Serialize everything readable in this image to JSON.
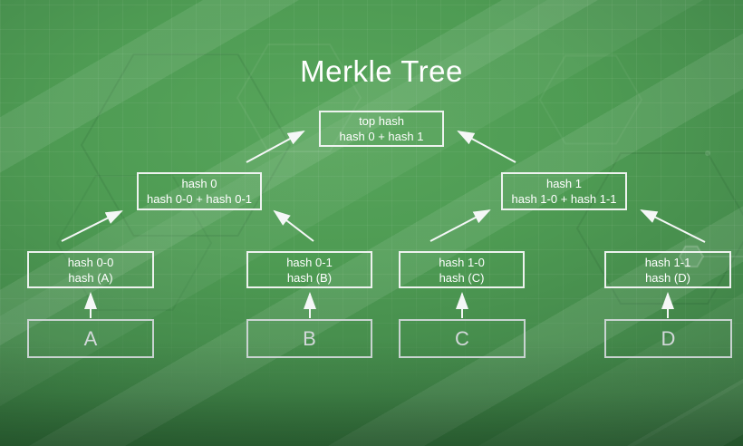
{
  "title": "Merkle Tree",
  "nodes": {
    "root": {
      "line1": "top hash",
      "line2": "hash 0 + hash 1"
    },
    "hash0": {
      "line1": "hash 0",
      "line2": "hash 0-0 + hash 0-1"
    },
    "hash1": {
      "line1": "hash 1",
      "line2": "hash 1-0 + hash 1-1"
    },
    "leaf00": {
      "line1": "hash 0-0",
      "line2": "hash (A)"
    },
    "leaf01": {
      "line1": "hash 0-1",
      "line2": "hash (B)"
    },
    "leaf10": {
      "line1": "hash 1-0",
      "line2": "hash (C)"
    },
    "leaf11": {
      "line1": "hash 1-1",
      "line2": "hash (D)"
    }
  },
  "blocks": [
    {
      "label": "A"
    },
    {
      "label": "B"
    },
    {
      "label": "C"
    },
    {
      "label": "D"
    }
  ],
  "edges": [
    {
      "from": "A",
      "to": "hash 0-0"
    },
    {
      "from": "B",
      "to": "hash 0-1"
    },
    {
      "from": "C",
      "to": "hash 1-0"
    },
    {
      "from": "D",
      "to": "hash 1-1"
    },
    {
      "from": "hash 0-0",
      "to": "hash 0"
    },
    {
      "from": "hash 0-1",
      "to": "hash 0"
    },
    {
      "from": "hash 1-0",
      "to": "hash 1"
    },
    {
      "from": "hash 1-1",
      "to": "hash 1"
    },
    {
      "from": "hash 0",
      "to": "top hash"
    },
    {
      "from": "hash 1",
      "to": "top hash"
    }
  ],
  "colors": {
    "background_center": "#57a55b",
    "background_edge": "#2a6032",
    "stripe_highlight": "rgba(255,255,255,0.08)",
    "node_border": "#f5f7f7",
    "block_border": "#d4d9db",
    "text": "#ffffff",
    "block_text": "#d3d8da",
    "arrow": "#f5f7f7"
  }
}
